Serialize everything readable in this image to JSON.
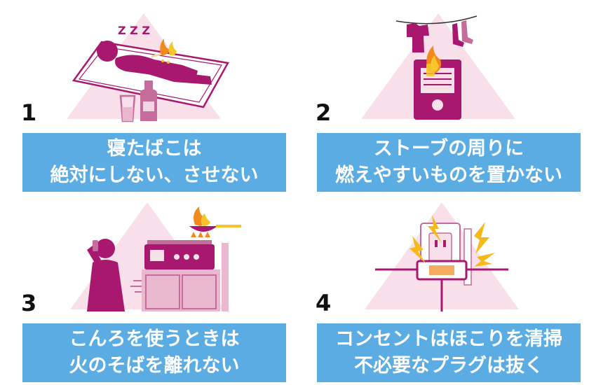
{
  "colors": {
    "caption_bg": "#5aace3",
    "accent_magenta": "#a8186e",
    "triangle_pink": "#f9dfe9",
    "flame_orange": "#f08a1c",
    "flame_yellow": "#f6c52a"
  },
  "panels": [
    {
      "number": "1",
      "line1": "寝たばこは",
      "line2": "絶対にしない、させない",
      "icons": [
        "sleeping-person-icon",
        "cigarette-icon",
        "glass-icon",
        "bottle-icon"
      ],
      "sleep_text": "Z Z Z"
    },
    {
      "number": "2",
      "line1": "ストーブの周りに",
      "line2": "燃えやすいものを置かない",
      "icons": [
        "stove-icon",
        "laundry-icon",
        "flame-icon"
      ]
    },
    {
      "number": "3",
      "line1": "こんろを使うときは",
      "line2": "火のそばを離れない",
      "icons": [
        "person-on-phone-icon",
        "gas-stove-icon",
        "frying-pan-icon",
        "flame-icon"
      ]
    },
    {
      "number": "4",
      "line1": "コンセントはほこりを清掃",
      "line2": "不必要なプラグは抜く",
      "icons": [
        "outlet-icon",
        "plug-icon",
        "spark-icon"
      ]
    }
  ]
}
